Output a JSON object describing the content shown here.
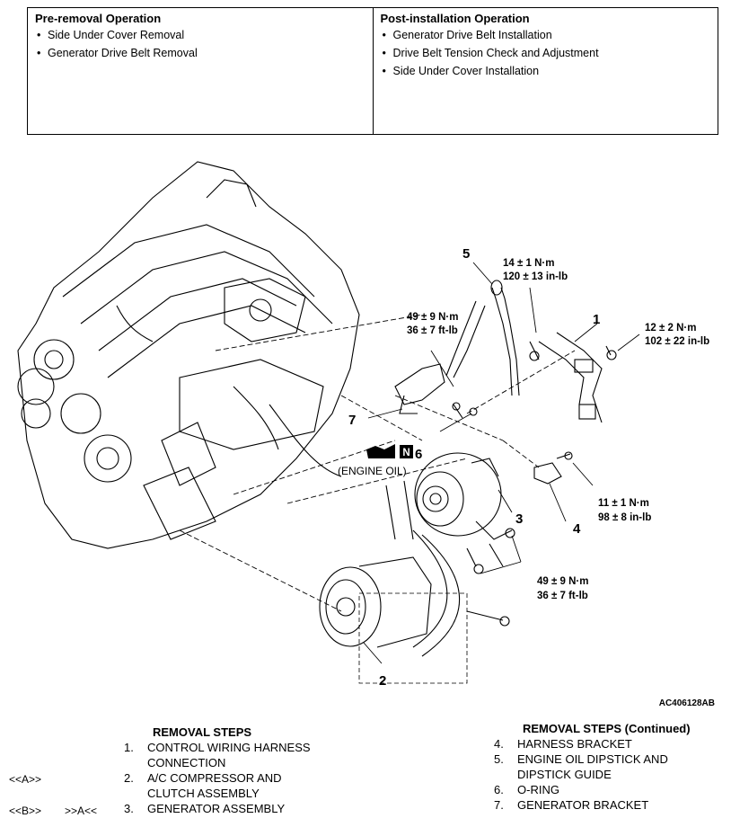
{
  "pre_removal": {
    "title": "Pre-removal Operation",
    "items": [
      "Side Under Cover Removal",
      "Generator Drive Belt Removal"
    ]
  },
  "post_installation": {
    "title": "Post-installation Operation",
    "items": [
      "Generator Drive Belt Installation",
      "Drive Belt Tension Check and Adjustment",
      "Side Under Cover Installation"
    ]
  },
  "callouts": {
    "n1": "1",
    "n2": "2",
    "n3": "3",
    "n4": "4",
    "n5": "5",
    "n6": "6",
    "n7": "7",
    "torque_a1": "14 ± 1 N·m",
    "torque_a2": "120 ± 13 in-lb",
    "torque_b1": "12 ± 2 N·m",
    "torque_b2": "102 ± 22 in-lb",
    "torque_c1": "49 ± 9 N·m",
    "torque_c2": "36 ± 7 ft-lb",
    "torque_d1": "11 ± 1 N·m",
    "torque_d2": "98 ± 8 in-lb",
    "torque_e1": "49 ± 9 N·m",
    "torque_e2": "36 ± 7 ft-lb",
    "engine_oil": "(ENGINE OIL)",
    "n_symbol": "N"
  },
  "figure_id": "AC406128AB",
  "removal_steps": {
    "heading": "REMOVAL STEPS",
    "heading_continued": "REMOVAL STEPS (Continued)",
    "left": [
      {
        "no": "1.",
        "text": "CONTROL WIRING HARNESS",
        "text2": "CONNECTION"
      },
      {
        "no": "2.",
        "text": "A/C COMPRESSOR AND",
        "text2": "CLUTCH ASSEMBLY"
      },
      {
        "no": "3.",
        "text": "GENERATOR ASSEMBLY",
        "text2": ""
      }
    ],
    "right": [
      {
        "no": "4.",
        "text": "HARNESS BRACKET"
      },
      {
        "no": "5.",
        "text": "ENGINE OIL DIPSTICK AND"
      },
      {
        "no": "",
        "text": "DIPSTICK GUIDE"
      },
      {
        "no": "6.",
        "text": "O-RING"
      },
      {
        "no": "7.",
        "text": "GENERATOR BRACKET"
      }
    ],
    "marks": {
      "step2": "<<A>>",
      "step3_removal": "<<B>>",
      "step3_install": ">>A<<"
    }
  }
}
